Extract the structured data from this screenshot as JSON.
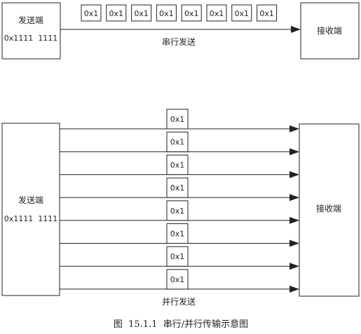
{
  "serial": {
    "sender_title": "发送端",
    "sender_value": "0x1111  1111",
    "receiver_title": "接收端",
    "packets": [
      "0x1",
      "0x1",
      "0x1",
      "0x1",
      "0x1",
      "0x1",
      "0x1",
      "0x1"
    ],
    "label": "串行发送"
  },
  "parallel": {
    "sender_title": "发送端",
    "sender_value": "0x1111  1111",
    "receiver_title": "接收端",
    "packets": [
      "0x1",
      "0x1",
      "0x1",
      "0x1",
      "0x1",
      "0x1",
      "0x1",
      "0x1"
    ],
    "label": "并行发送"
  },
  "caption": "图  15.1.1  串行/并行传输示意图"
}
